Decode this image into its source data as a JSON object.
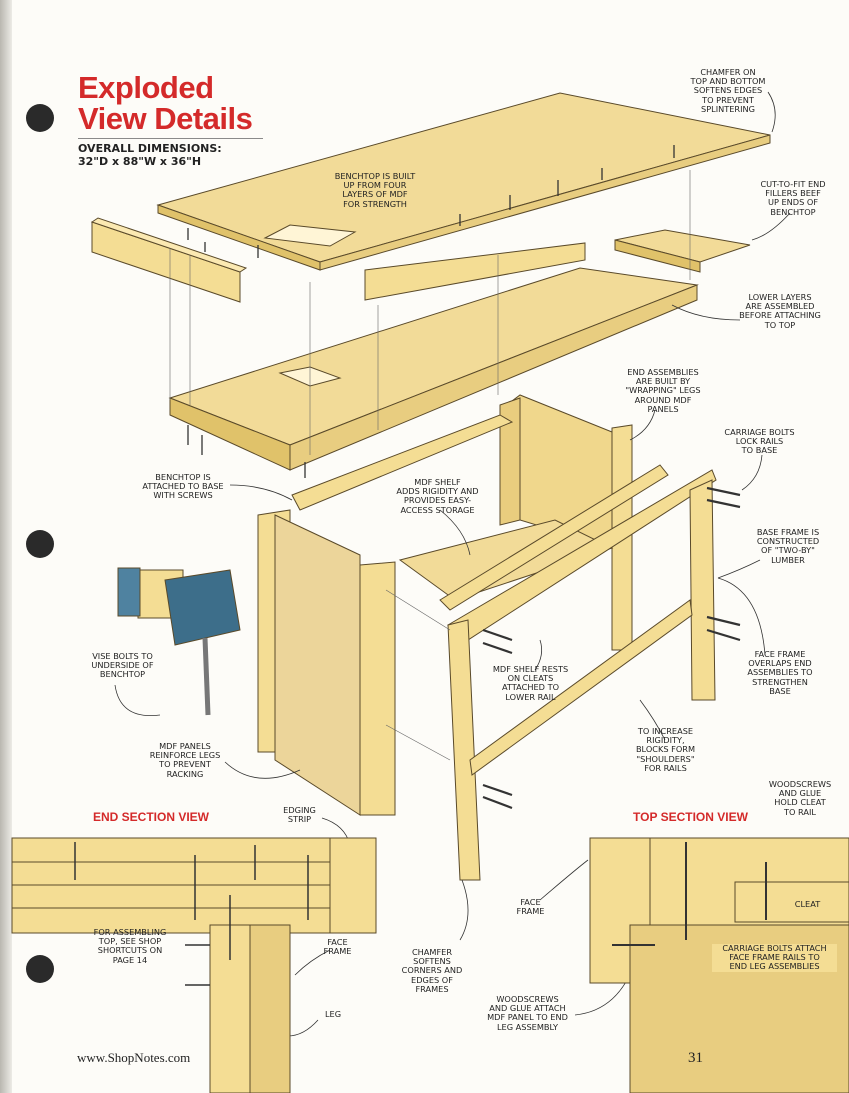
{
  "title": {
    "line1": "Exploded",
    "line2": "View Details"
  },
  "dimensions": {
    "label": "OVERALL DIMENSIONS:",
    "value": "32\"D x 88\"W x 36\"H"
  },
  "notes": {
    "chamfer_top": "CHAMFER ON\nTOP AND BOTTOM\nSOFTENS EDGES\nTO PREVENT\nSPLINTERING",
    "benchtop_built": "BENCHTOP IS BUILT\nUP FROM FOUR\nLAYERS OF MDF\nFOR STRENGTH",
    "cut_to_fit": "CUT-TO-FIT END\nFILLERS BEEF\nUP ENDS OF\nBENCHTOP",
    "lower_layers": "LOWER LAYERS\nARE ASSEMBLED\nBEFORE ATTACHING\nTO TOP",
    "end_assemblies": "END ASSEMBLIES\nARE BUILT BY\n\"WRAPPING\" LEGS\nAROUND MDF\nPANELS",
    "carriage_bolts": "CARRIAGE BOLTS\nLOCK RAILS\nTO BASE",
    "benchtop_attached": "BENCHTOP IS\nATTACHED TO BASE\nWITH SCREWS",
    "mdf_shelf": "MDF SHELF\nADDS RIGIDITY AND\nPROVIDES EASY-\nACCESS STORAGE",
    "base_frame": "BASE FRAME IS\nCONSTRUCTED\nOF \"TWO-BY\"\nLUMBER",
    "vise_bolts": "VISE BOLTS TO\nUNDERSIDE OF\nBENCHTOP",
    "shelf_rests": "MDF SHELF RESTS\nON CLEATS\nATTACHED TO\nLOWER RAIL",
    "face_frame_overlaps": "FACE FRAME\nOVERLAPS END\nASSEMBLIES TO\nSTRENGTHEN\nBASE",
    "mdf_panels": "MDF PANELS\nREINFORCE LEGS\nTO PREVENT\nRACKING",
    "increase_rigidity": "TO INCREASE\nRIGIDITY,\nBLOCKS FORM\n\"SHOULDERS\"\nFOR RAILS",
    "woodscrews_cleat": "WOODSCREWS\nAND GLUE\nHOLD CLEAT\nTO RAIL",
    "edging_strip": "EDGING\nSTRIP",
    "for_assembling": "FOR ASSEMBLING\nTOP, SEE SHOP\nSHORTCUTS ON\nPAGE 14",
    "face_frame_end": "FACE\nFRAME",
    "leg": "LEG",
    "chamfer_corners": "CHAMFER\nSOFTENS\nCORNERS AND\nEDGES OF\nFRAMES",
    "face_frame_top": "FACE\nFRAME",
    "woodscrews_mdf": "WOODSCREWS\nAND GLUE ATTACH\nMDF PANEL TO END\nLEG ASSEMBLY",
    "cleat": "CLEAT",
    "carriage_attach": "CARRIAGE BOLTS ATTACH\nFACE FRAME RAILS TO\nEND LEG ASSEMBLIES"
  },
  "sections": {
    "end": "END SECTION VIEW",
    "top": "TOP SECTION VIEW"
  },
  "footer": {
    "website": "www.ShopNotes.com",
    "page": "31"
  },
  "colors": {
    "title": "#d42a2a",
    "wood": "#f4dd94",
    "wood_dark": "#e0c26a",
    "mdf": "#ecd59a",
    "metal": "#3d6e8a"
  }
}
